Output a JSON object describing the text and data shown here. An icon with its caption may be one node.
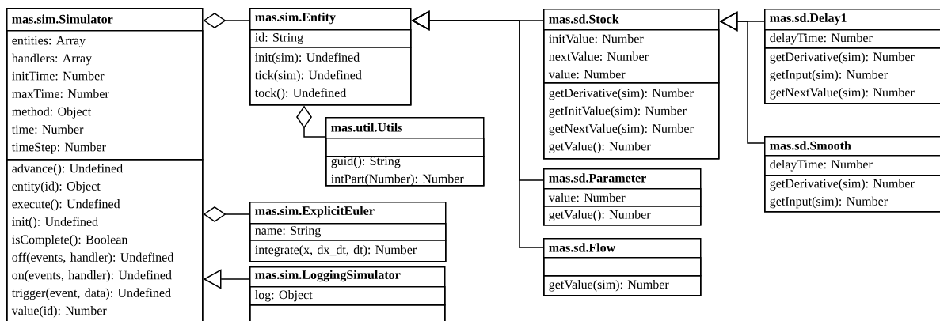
{
  "diagram": {
    "nodes": [
      {
        "text": [
          "mas.sim.Simulator"
        ]
      },
      {
        "text": [
          "entities: Array",
          "handlers: Array",
          "initTime: Number",
          "maxTime: Number",
          "method: Object",
          "time: Number",
          "timeStep: Number"
        ],
        "in": 0
      },
      {
        "text": [
          "advance(): Undefined",
          "entity(id): Object",
          "execute(): Undefined",
          "init(): Undefined",
          "isComplete(): Boolean",
          "off(events, handler): Undefined",
          "on(events, handler): Undefined",
          "trigger(event, data): Undefined",
          "value(id): Number"
        ],
        "in": 0
      },
      {
        "text": [
          "mas.sim.Entity"
        ]
      },
      {
        "text": [
          "id: String"
        ],
        "in": 3
      },
      {
        "text": [
          "init(sim): Undefined",
          "tick(sim): Undefined",
          "tock(): Undefined"
        ],
        "in": 3
      },
      {
        "text": [
          "mas.util.Utils"
        ]
      },
      {
        "text": [],
        "shape": "box",
        "in": 6
      },
      {
        "text": [
          "guid(): String",
          "intPart(Number): Number"
        ],
        "in": 6
      },
      {
        "text": [
          "mas.sim.ExplicitEuler"
        ]
      },
      {
        "text": [
          "name: String"
        ],
        "in": 9
      },
      {
        "text": [
          "integrate(x, dx_dt, dt): Number"
        ],
        "in": 9
      },
      {
        "text": [
          "mas.sim.LoggingSimulator"
        ]
      },
      {
        "text": [
          "log: Object"
        ],
        "in": 12
      },
      {
        "text": [],
        "shape": "box",
        "in": 12
      },
      {
        "text": [
          "mas.sd.Stock"
        ]
      },
      {
        "text": [
          "initValue: Number",
          "nextValue: Number",
          "value: Number"
        ],
        "in": 15
      },
      {
        "text": [
          "getDerivative(sim): Number",
          "getInitValue(sim): Number",
          "getNextValue(sim): Number",
          "getValue(): Number"
        ],
        "in": 15
      },
      {
        "text": [
          "mas.sd.Parameter"
        ]
      },
      {
        "text": [
          "value: Number"
        ],
        "in": 18
      },
      {
        "text": [
          "getValue(): Number"
        ],
        "in": 18
      },
      {
        "text": [
          "mas.sd.Flow"
        ]
      },
      {
        "text": [],
        "shape": "box",
        "in": 21
      },
      {
        "text": [
          "getValue(sim): Number"
        ],
        "in": 21
      },
      {
        "text": [
          "mas.sd.Delay1"
        ]
      },
      {
        "text": [
          "delayTime: Number"
        ],
        "in": 24
      },
      {
        "text": [
          "getDerivative(sim): Number",
          "getInput(sim): Number",
          "getNextValue(sim): Number"
        ],
        "in": 24
      },
      {
        "text": [
          "mas.sd.Smooth"
        ]
      },
      {
        "text": [
          "delayTime: Number"
        ],
        "in": 27
      },
      {
        "text": [
          "getDerivative(sim): Number",
          "getInput(sim): Number"
        ],
        "in": 27
      }
    ],
    "edges": [
      {
        "from": 0,
        "to": 3,
        "arrow": "other"
      },
      {
        "from": 3,
        "to": 6,
        "arrow": "other"
      },
      {
        "from": 0,
        "to": 9,
        "arrow": "other"
      },
      {
        "from": 12,
        "to": 0,
        "arrow": "to"
      },
      {
        "from": 15,
        "to": 3,
        "arrow": "to"
      },
      {
        "from": 18,
        "to": 3,
        "arrow": "to"
      },
      {
        "from": 21,
        "to": 3,
        "arrow": "to"
      },
      {
        "from": 24,
        "to": 15,
        "arrow": "to"
      },
      {
        "from": 27,
        "to": 15,
        "arrow": "to"
      }
    ]
  }
}
